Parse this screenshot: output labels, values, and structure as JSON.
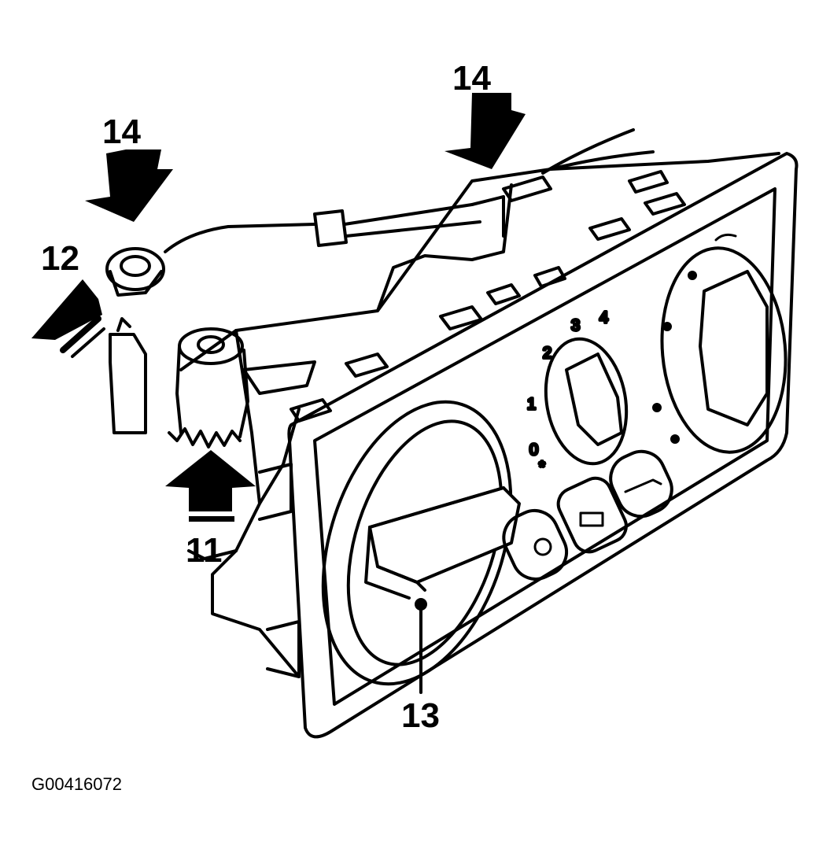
{
  "callouts": {
    "c11": "11",
    "c12": "12",
    "c13": "13",
    "c14_left": "14",
    "c14_right": "14"
  },
  "fan_scale": [
    "0",
    "1",
    "2",
    "3",
    "4"
  ],
  "figure_id": "G00416072",
  "icons": [
    "recirculation-icon",
    "rear-defrost-icon",
    "windshield-defrost-icon"
  ]
}
